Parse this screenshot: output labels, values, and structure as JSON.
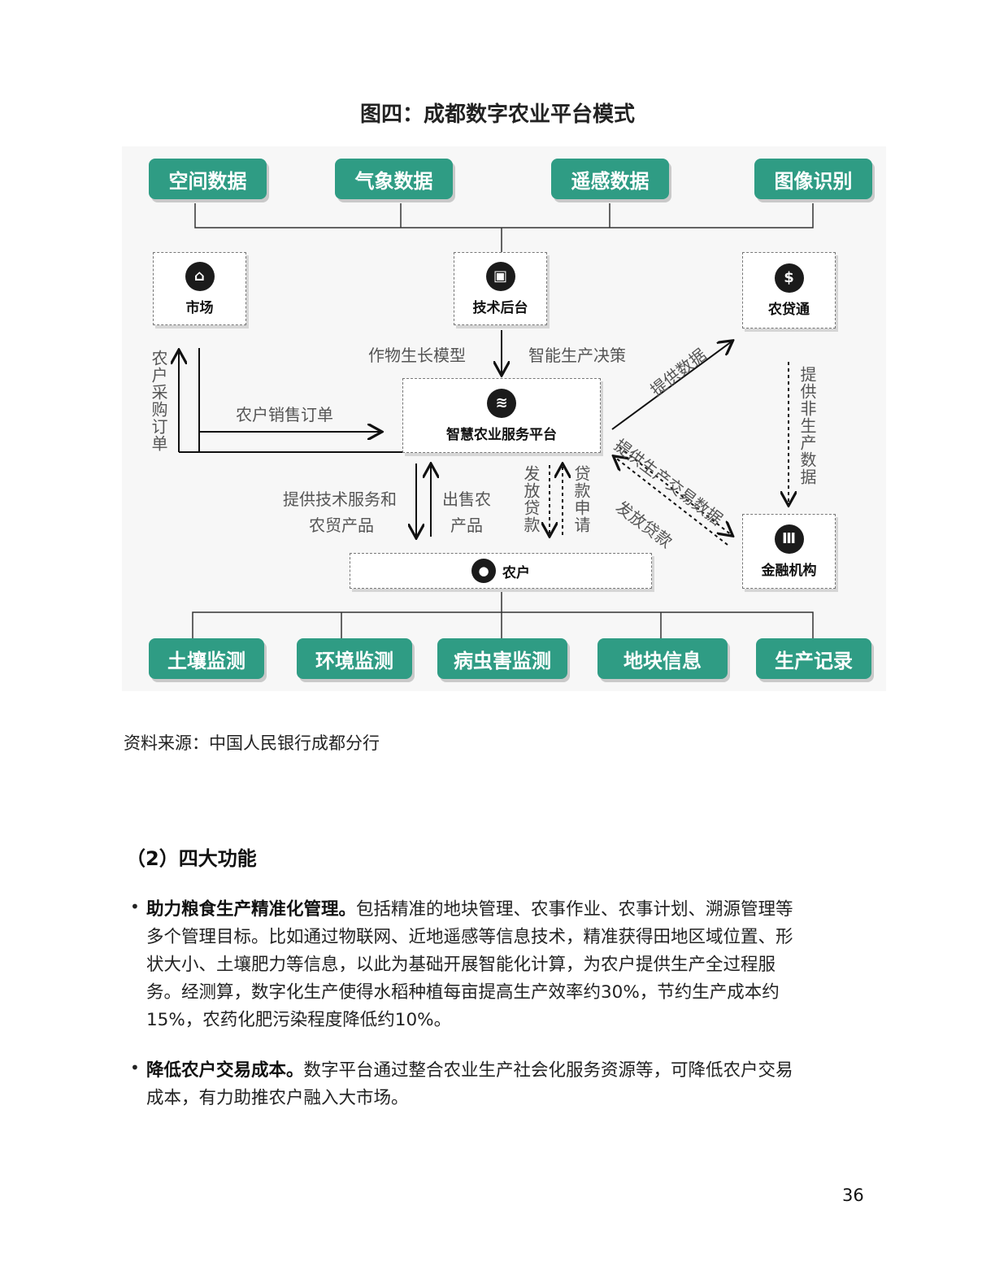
{
  "figure": {
    "title": "图四：成都数字农业平台模式",
    "top_sources": [
      "空间数据",
      "气象数据",
      "遥感数据",
      "图像识别"
    ],
    "bottom_features": [
      "土壤监测",
      "环境监测",
      "病虫害监测",
      "地块信息",
      "生产记录"
    ],
    "nodes": {
      "market": "市场",
      "tech_backend": "技术后台",
      "loan_pass": "农贷通",
      "platform": "智慧农业服务平台",
      "farmer": "农户",
      "finance": "金融机构"
    },
    "labels": {
      "crop_model": "作物生长模型",
      "smart_decision": "智能生产决策",
      "sales_order": "农户销售订单",
      "purchase_order": "农户采购订单",
      "provide_service_1": "提供技术服务和",
      "provide_service_2": "农贸产品",
      "sell_products_1": "出售农",
      "sell_products_2": "产品",
      "issue_loan_v": "发放贷款",
      "loan_apply_v": "贷款申请",
      "provide_data": "提供数据",
      "provide_trade_data": "提供生产交易数据",
      "issue_loan_diag": "发放贷款",
      "provide_nonprod_data": "提供非生产数据"
    },
    "icons": {
      "market": "store-icon",
      "tech_backend": "monitor-icon",
      "loan_pass": "dollar-icon",
      "platform": "layers-icon",
      "farmer": "farmer-icon",
      "finance": "bank-icon"
    }
  },
  "source_note": "资料来源：中国人民银行成都分行",
  "section": {
    "title": "（2）四大功能",
    "bullets": [
      {
        "bold": "助力粮食生产精准化管理。",
        "lines": [
          "包括精准的地块管理、农事作业、农事计划、溯源管理等",
          "多个管理目标。比如通过物联网、近地遥感等信息技术，精准获得田地区域位置、形",
          "状大小、土壤肥力等信息，以此为基础开展智能化计算，为农户提供生产全过程服",
          "务。经测算，数字化生产使得水稻种植每亩提高生产效率约30%，节约生产成本约",
          "15%，农药化肥污染程度降低约10%。"
        ]
      },
      {
        "bold": "降低农户交易成本。",
        "lines": [
          "数字平台通过整合农业生产社会化服务资源等，可降低农户交易",
          "成本，有力助推农户融入大市场。"
        ]
      }
    ]
  },
  "page_number": "36",
  "colors": {
    "accent_green": "#2f9c84",
    "text": "#222222"
  }
}
